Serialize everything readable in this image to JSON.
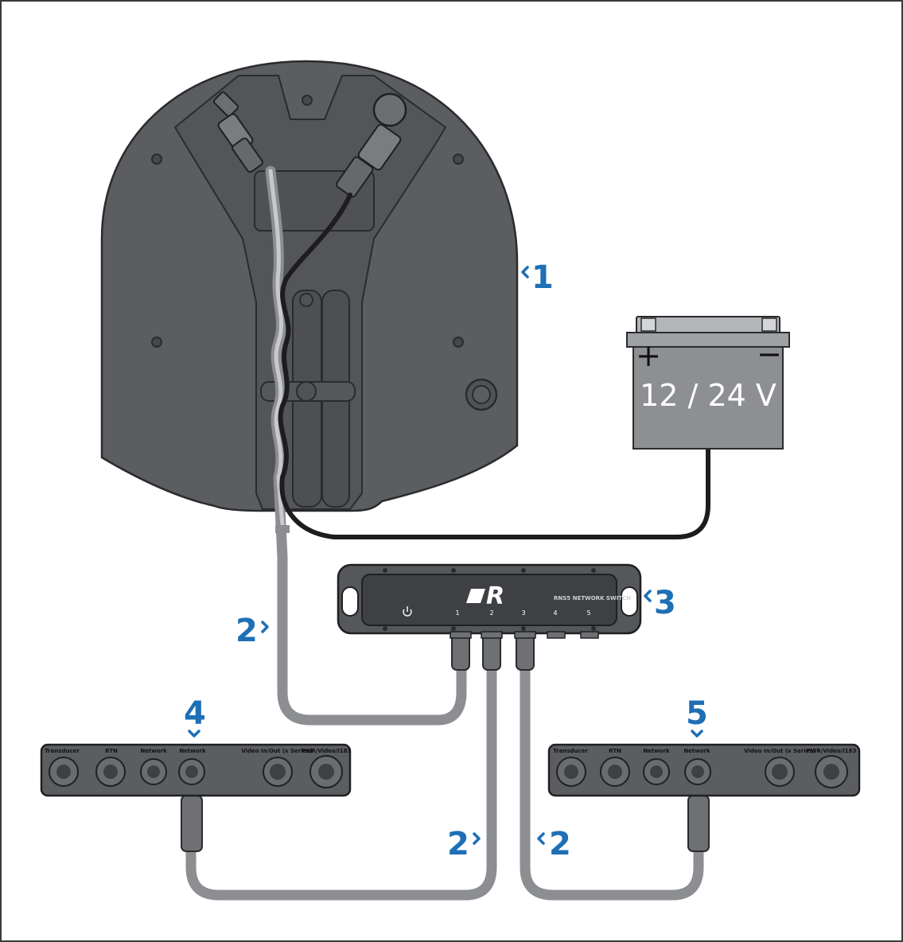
{
  "colors": {
    "callout": "#1e6fb5",
    "device_body": "#5b5d60",
    "device_dark": "#3f4144",
    "device_line": "#2a2b2d",
    "cable_grey": "#8c8e91",
    "cable_black": "#1d1d1f",
    "battery_body": "#8d8f92",
    "battery_top": "#b3b5b8"
  },
  "callouts": {
    "radar": "1",
    "cable_left": "2",
    "switch": "3",
    "display_left": "4",
    "cable_mid_left": "2",
    "cable_mid_right": "2",
    "display_right": "5"
  },
  "battery": {
    "voltage_label": "12 / 24 V",
    "plus_symbol": "+",
    "minus_symbol": "−"
  },
  "network_switch": {
    "logo": "R",
    "title": "RNS5 NETWORK SWITCH",
    "power_icon": "power-icon",
    "port_numbers": [
      "1",
      "2",
      "3",
      "4",
      "5"
    ]
  },
  "display_left": {
    "ports": [
      "Transducer",
      "RTN",
      "Network",
      "Network",
      "Video In/Out (x Series)",
      "PWR/Video/I183"
    ]
  },
  "display_right": {
    "ports": [
      "Transducer",
      "RTN",
      "Network",
      "Network",
      "Video In/Out (x Series)",
      "PWR/Video/I183"
    ]
  }
}
